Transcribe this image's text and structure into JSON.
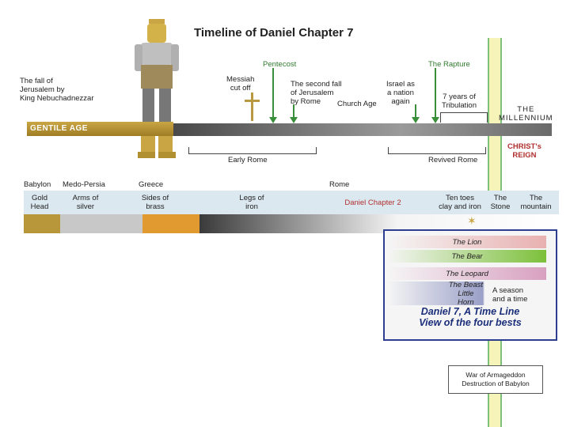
{
  "title": "Timeline of Daniel Chapter 7",
  "top_events": {
    "pentecost": "Pentecost",
    "rapture": "The Rapture",
    "fall_jerusalem": "The fall of\nJerusalem by\nKing Nebuchadnezzar",
    "messiah": "Messiah\ncut off",
    "second_fall": "The second fall\nof Jerusalem\nby Rome",
    "church_age": "Church Age",
    "israel": "Israel as\na nation\nagain",
    "tribulation": "7 years of\nTribulation",
    "millennium": "THE\nMILLENNIUM",
    "gentile_age": "GENTILE AGE",
    "christs_reign": "CHRIST's\nREIGN",
    "early_rome": "Early Rome",
    "revived_rome": "Revived Rome"
  },
  "kingdoms": {
    "babylon": "Babylon",
    "medo_persia": "Medo-Persia",
    "greece": "Greece",
    "rome": "Rome"
  },
  "statue_parts": {
    "gold": "Gold\nHead",
    "arms": "Arms of\nsilver",
    "sides": "Sides of\nbrass",
    "legs": "Legs of\niron",
    "daniel2": "Daniel Chapter 2",
    "toes": "Ten toes\nclay and iron",
    "stone": "The\nStone",
    "mountain": "The\nmountain"
  },
  "beasts": {
    "lion": "The Lion",
    "bear": "The Bear",
    "leopard": "The Leopard",
    "beast": "The Beast",
    "little_horn": "Little\nHorn",
    "season": "A season\nand a time"
  },
  "panel_title": "Daniel 7, A Time Line\nView of the four bests",
  "war": "War of Armageddon\nDestruction of Babylon",
  "colors": {
    "gold": "#c9a544",
    "green": "#3a8f3a",
    "navy": "#1a2e7a",
    "red": "#b03030",
    "millennium": "#f6f4b8"
  }
}
